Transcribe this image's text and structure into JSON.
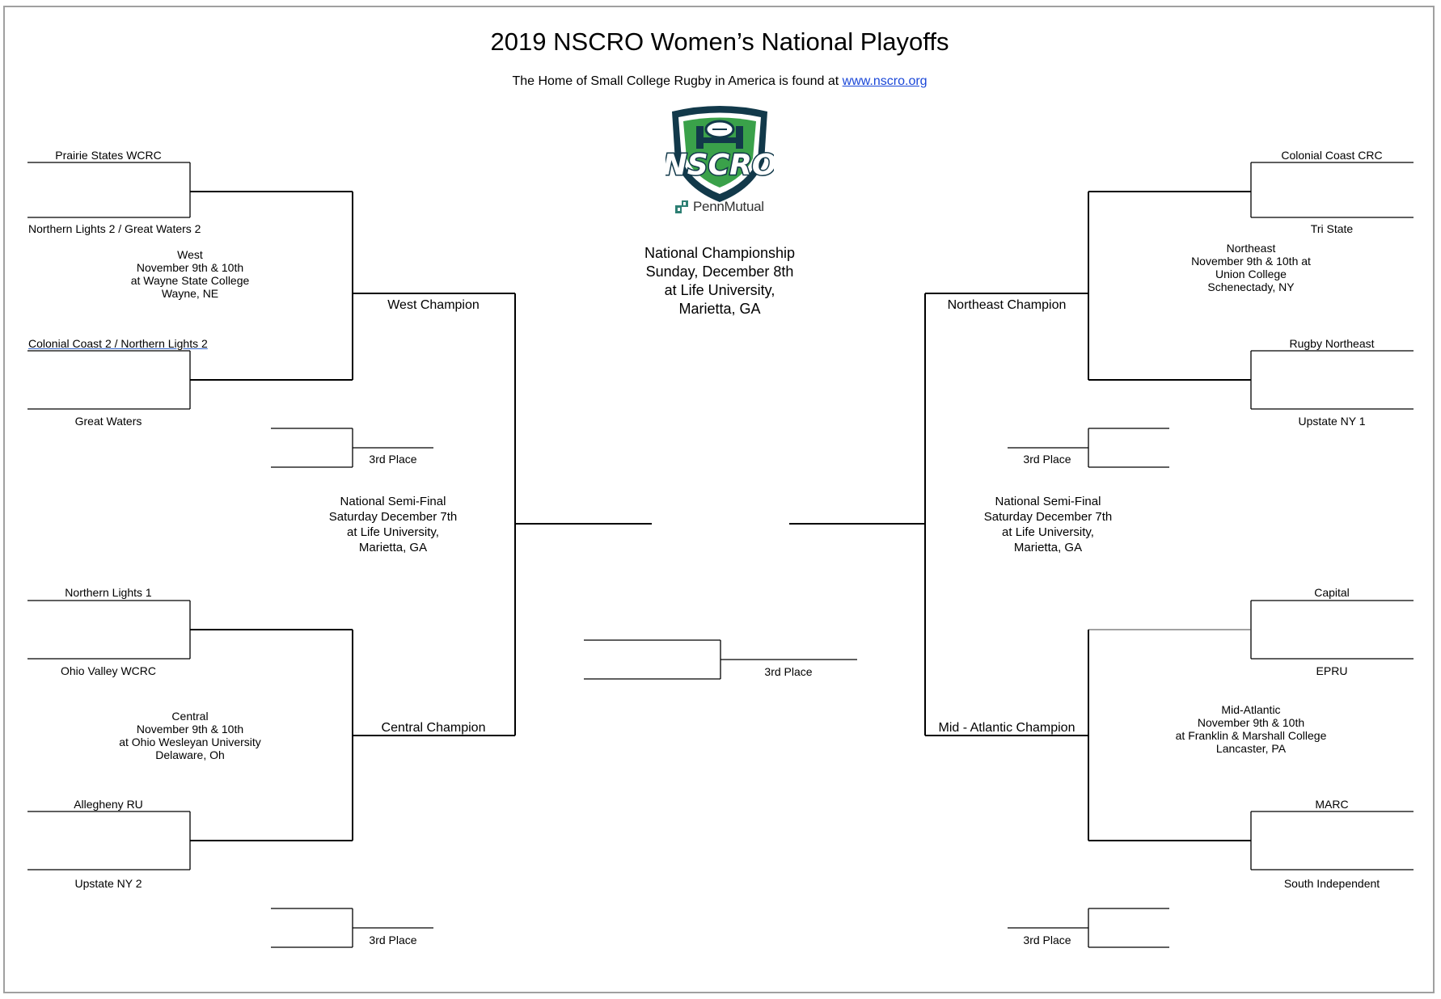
{
  "header": {
    "title": "2019 NSCRO Women’s National Playoffs",
    "subtitle_prefix": "The Home of Small College Rugby in America is found at",
    "subtitle_link": "www.nscro.org"
  },
  "logo": {
    "text": "NSCRO",
    "sponsor": "PennMutual",
    "colors": {
      "green": "#3aa14a",
      "navy": "#12394a",
      "teal": "#2d7f73"
    }
  },
  "championship": {
    "info": "National Championship\nSunday, December 8th\nat Life University,\nMarietta, GA",
    "third_place_label": "3rd Place"
  },
  "left": {
    "west": {
      "team1": "Prairie States WCRC",
      "team2": "Northern Lights 2 / Great Waters 2",
      "team3": "Colonial Coast 2 / Northern Lights 2",
      "team4": "Great Waters",
      "info": "West\nNovember 9th & 10th\nat Wayne State College\nWayne, NE",
      "champion_label": "West Champion",
      "third_place_label": "3rd Place"
    },
    "semi_info": "National Semi-Final\nSaturday December 7th\nat Life University,\nMarietta, GA",
    "central": {
      "team1": "Northern Lights 1",
      "team2": "Ohio Valley WCRC",
      "team3": "Allegheny RU",
      "team4": "Upstate NY 2",
      "info": "Central\nNovember 9th & 10th\nat Ohio Wesleyan University\nDelaware, Oh",
      "champion_label": "Central Champion",
      "third_place_label": "3rd Place"
    }
  },
  "right": {
    "northeast": {
      "team1": "Colonial Coast CRC",
      "team2": "Tri State",
      "team3": "Rugby Northeast",
      "team4": "Upstate NY 1",
      "info": "Northeast\nNovember 9th & 10th at\nUnion College\nSchenectady, NY",
      "champion_label": "Northeast Champion",
      "third_place_label": "3rd Place"
    },
    "semi_info": "National Semi-Final\nSaturday December 7th\nat Life University,\nMarietta, GA",
    "midatlantic": {
      "team1": "Capital",
      "team2": "EPRU",
      "team3": "MARC",
      "team4": "South Independent",
      "info": "Mid-Atlantic\nNovember 9th & 10th\nat Franklin & Marshall College\nLancaster, PA",
      "champion_label": "Mid - Atlantic Champion",
      "third_place_label": "3rd Place"
    }
  }
}
